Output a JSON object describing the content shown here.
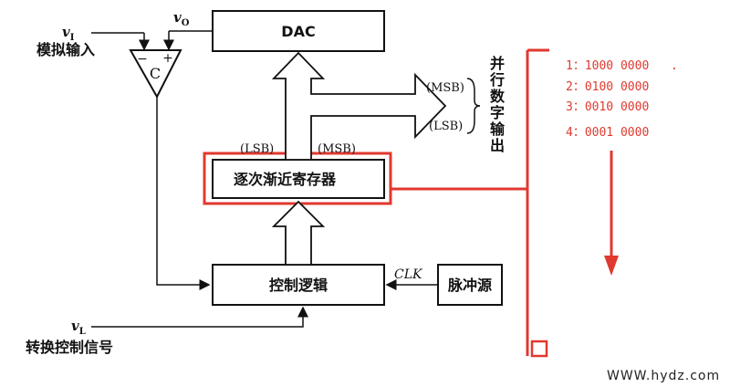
{
  "diagram": {
    "dac_label": "DAC",
    "sar_label": "逐次渐近寄存器",
    "control_label": "控制逻辑",
    "pulse_label": "脉冲源",
    "clk_label": "CLK",
    "comparator_label": "C",
    "comp_minus": "−",
    "comp_plus": "+",
    "vi_label": "v",
    "vi_sub": "I",
    "analog_in_label": "模拟输入",
    "vo_label": "v",
    "vo_sub": "O",
    "vl_label": "v",
    "vl_sub": "L",
    "convert_signal_label": "转换控制信号",
    "msb_top": "(MSB)",
    "lsb_bottom": "(LSB)",
    "lsb_left": "(LSB)",
    "msb_right": "(MSB)",
    "parallel_output_chars": [
      "并",
      "行",
      "数",
      "字",
      "输",
      "出"
    ]
  },
  "annotation": {
    "color": "#e0392f",
    "steps": [
      "1：1000 0000",
      "2：0100 0000",
      "3：0010 0000",
      "4：0001 0000"
    ],
    "dot": "."
  },
  "watermark": "WWW.hydz.com"
}
